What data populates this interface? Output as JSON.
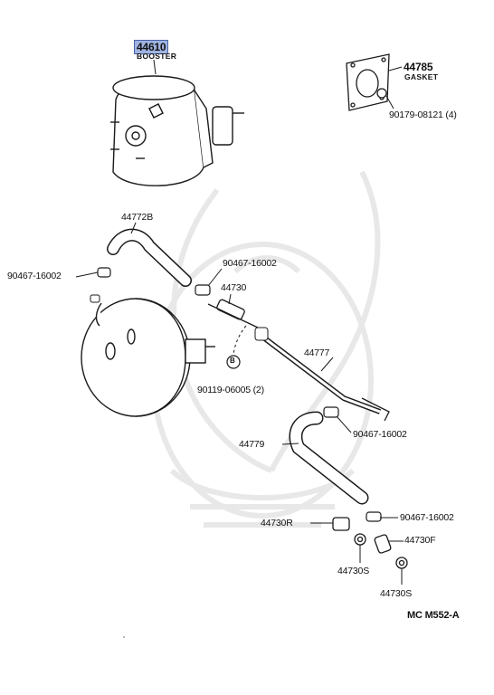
{
  "parts": {
    "booster_no": "44610",
    "booster_name": "BOOSTER",
    "gasket_no": "44785",
    "gasket_name": "GASKET",
    "nut": "90179-08121 (4)",
    "hose_upper": "44772B",
    "clamp_left": "90467-16002",
    "clamp_mid": "90467-16002",
    "check_valve": "44730",
    "pipe": "44777",
    "plug_ref": "B",
    "plug": "90119-06005 (2)",
    "clamp_right": "90467-16002",
    "hose_lower": "44779",
    "union_r": "44730R",
    "clamp_lower": "90467-16002",
    "union_f": "44730F",
    "seal_left": "44730S",
    "seal_right": "44730S"
  },
  "code": "MC M552-A",
  "colors": {
    "highlight": "#9fb3e0",
    "line": "#1a1a1a",
    "watermark": "#e6e6e6"
  }
}
